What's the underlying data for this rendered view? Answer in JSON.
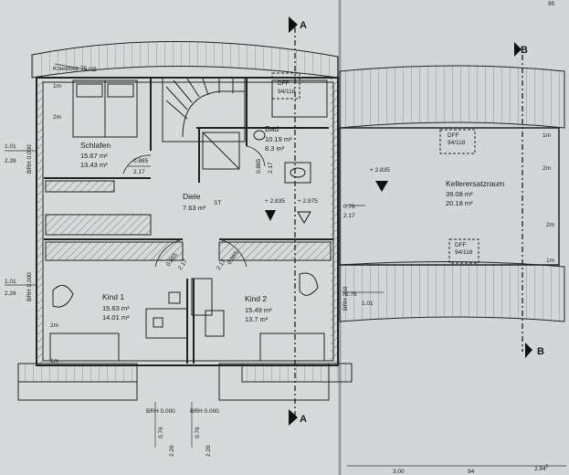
{
  "rooms": {
    "schlafen": {
      "name": "Schlafen",
      "area1": "15.67 m²",
      "area2": "13.43 m²"
    },
    "bad": {
      "name": "Bad",
      "area1": "10.19 m²",
      "area2": "8.3 m²"
    },
    "diele": {
      "name": "Diele",
      "area1": "7.63 m²"
    },
    "kind1": {
      "name": "Kind 1",
      "area1": "15.63 m²",
      "area2": "14.01 m²"
    },
    "kind2": {
      "name": "Kind 2",
      "area1": "15.49 m²",
      "area2": "13.7 m²"
    },
    "keller": {
      "name": "Kellerersatzraum",
      "area1": "39.08 m²",
      "area2": "20.18 m²"
    }
  },
  "labels": {
    "kniestock": "Kniestock 75 cm",
    "dff": "DFF",
    "dff_size": "94/118",
    "section_a": "A",
    "section_b": "B",
    "level_2835": "+ 2.835",
    "level_2975": "+ 2.975",
    "brh": "BRH",
    "brh_0000": "BRH 0.000",
    "brh_0000_alt": "BRH 0,000",
    "brh_250": "BRH 250",
    "st": "ST"
  },
  "dimensions": {
    "d_0885": "0.885",
    "d_0865": "0.865",
    "d_217": "2.17",
    "d_076": "0.76",
    "d_226": "2.26",
    "d_101": "1.01",
    "d_2m": "2m",
    "d_1m": "1m",
    "d_1m_alt": "1m",
    "d_000": "0.000",
    "bottom_300": "3.00",
    "bottom_94": "94",
    "bottom_294": "2.94",
    "bottom_294_sup": "5",
    "top_right": "95"
  },
  "colors": {
    "paper": "#d8dbdc",
    "line": "#222222",
    "hatch": "#555555"
  }
}
